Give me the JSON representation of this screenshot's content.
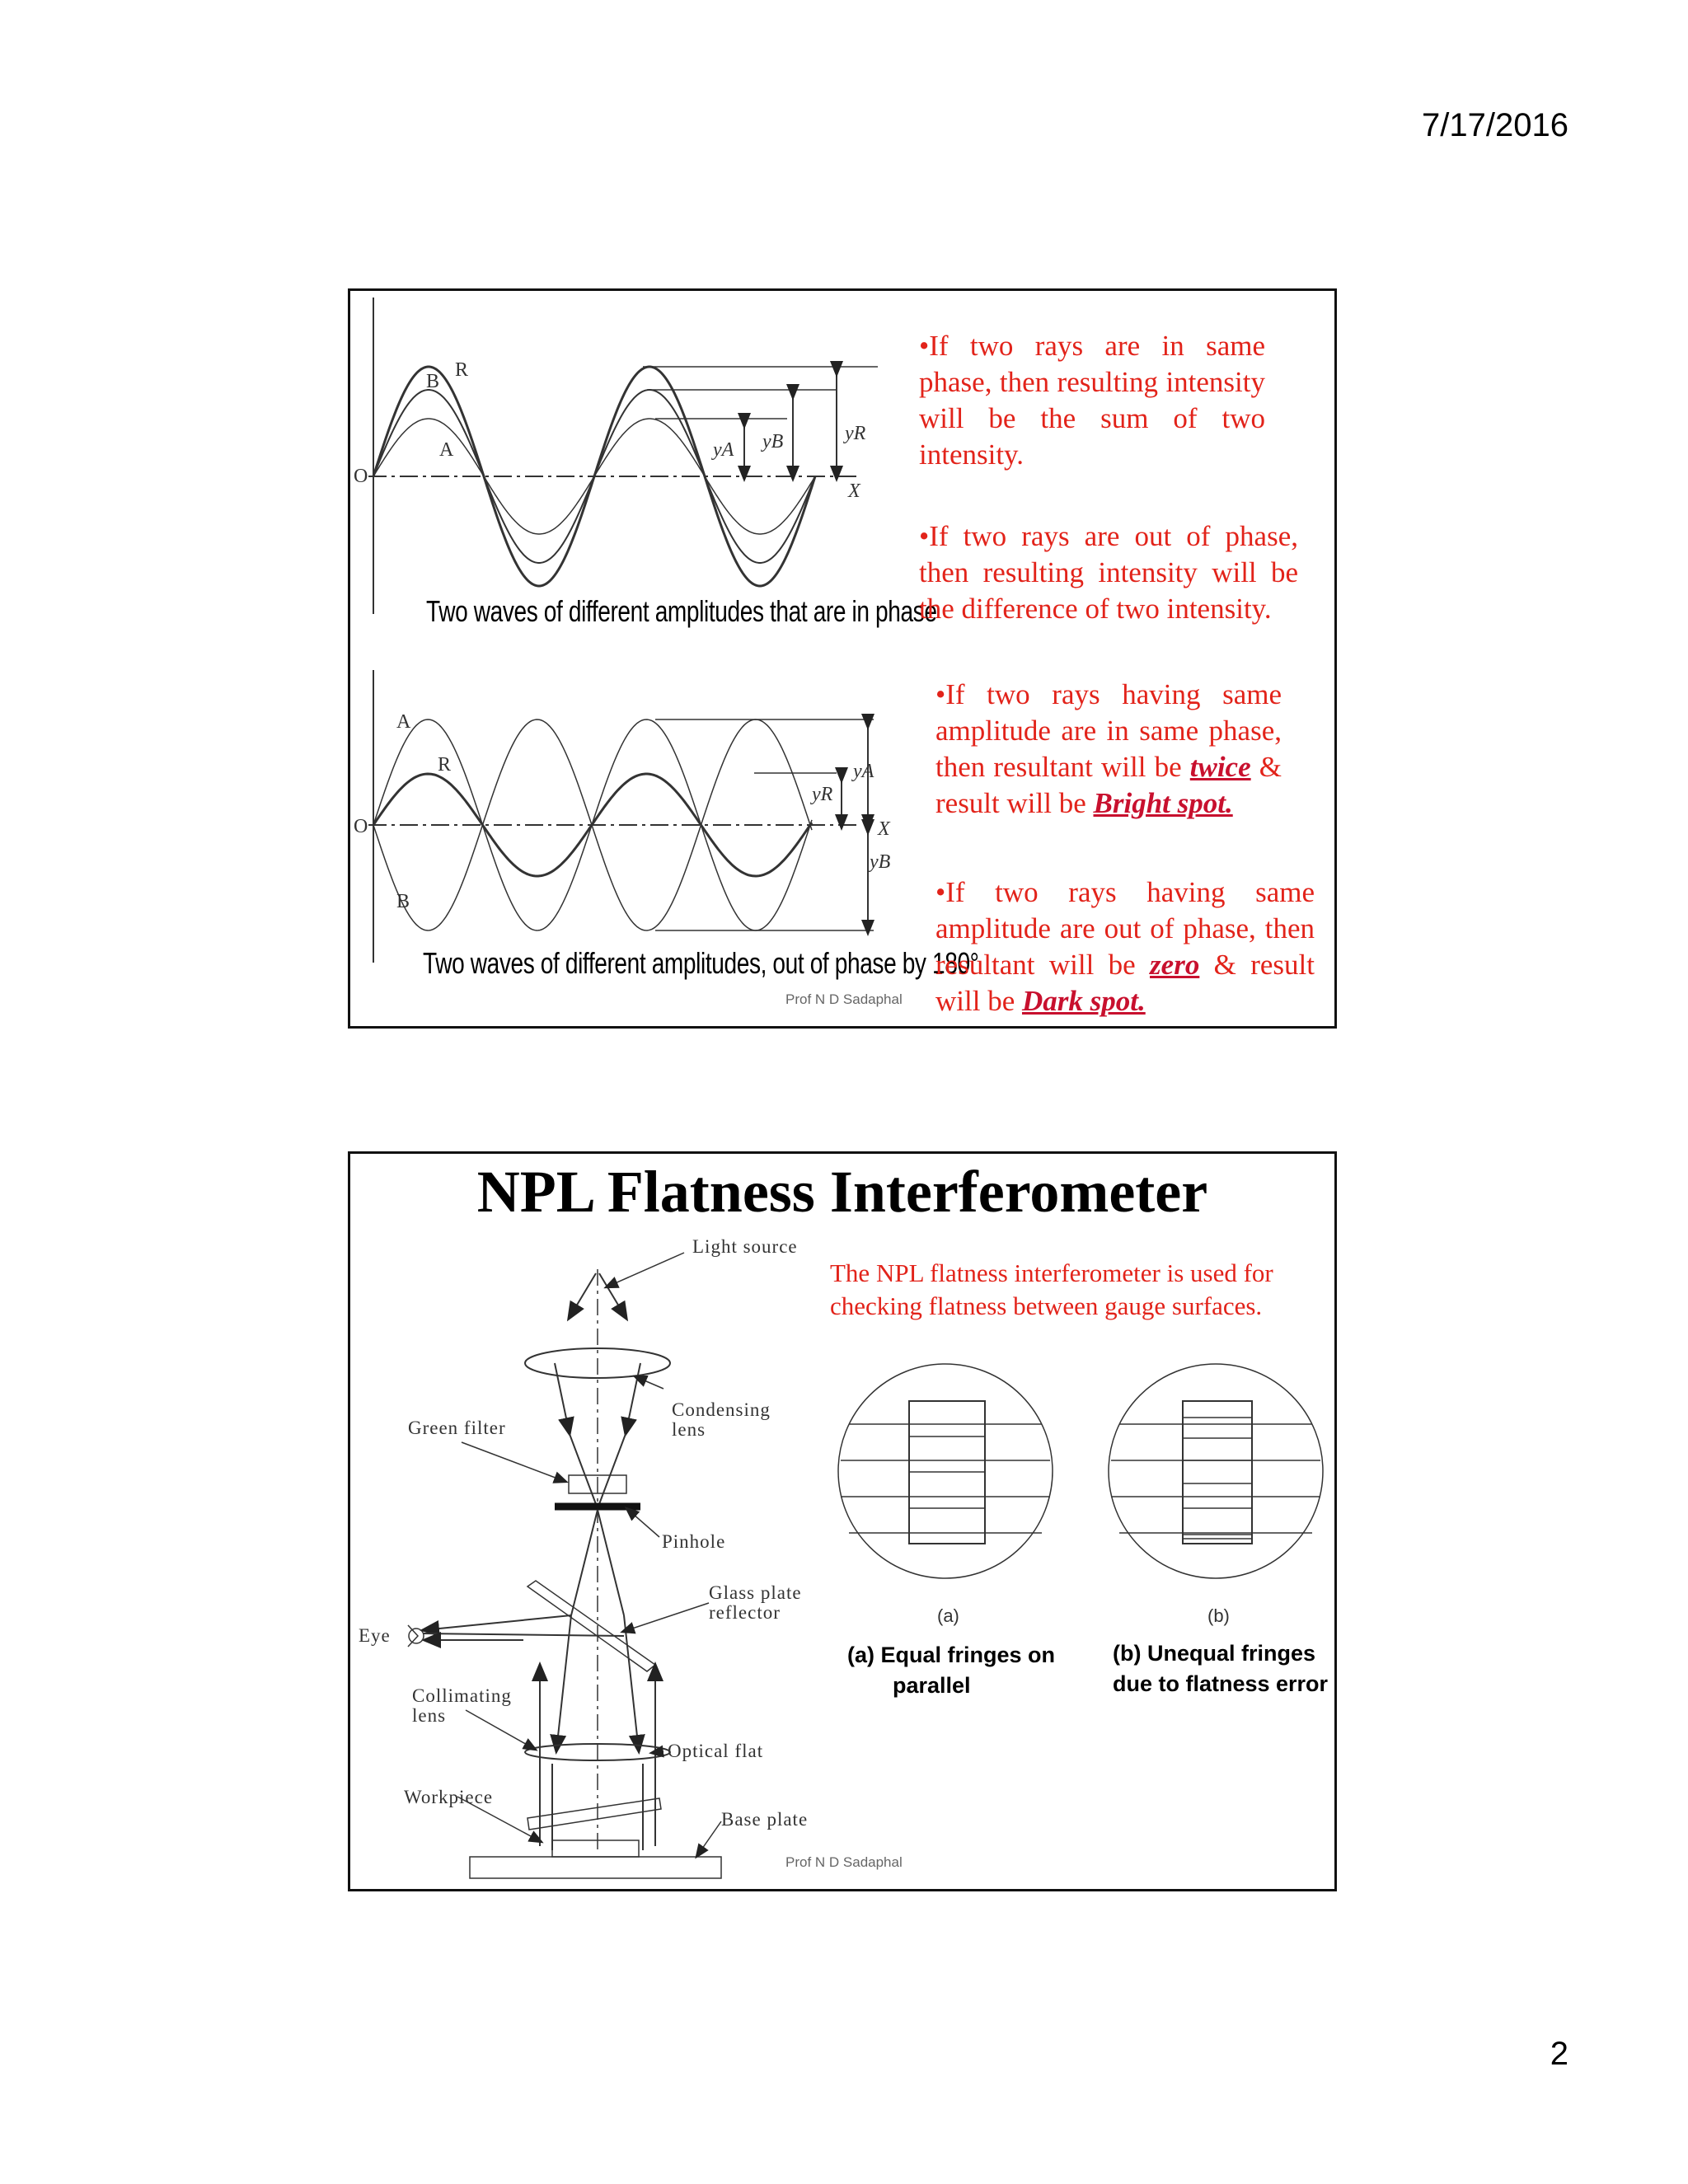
{
  "header": {
    "date": "7/17/2016"
  },
  "footer": {
    "page_number": "2"
  },
  "slide1": {
    "figure1_caption": "Two waves of different amplitudes that are in phase",
    "figure2_caption": "Two waves of different amplitudes, out of phase by 180°",
    "wave_labels": {
      "origin": "O",
      "axis": "X",
      "R": "R",
      "A": "A",
      "B": "B",
      "yA": "yA",
      "yB": "yB",
      "yR": "yR"
    },
    "credit": "Prof N D Sadaphal",
    "bullet1": "•If two rays are in same phase, then resulting intensity will be the sum of two intensity.",
    "bullet2": "•If two rays are out of phase, then resulting intensity will be the difference of two intensity.",
    "bullet3_pre": "•If two rays having same amplitude are in same phase, then resultant will be ",
    "bullet3_hl1": "twice",
    "bullet3_mid": " & result will be ",
    "bullet3_hl2": "Bright spot.",
    "bullet4_pre": "•If two rays having same amplitude are out of phase, then resultant will be ",
    "bullet4_hl1": "zero",
    "bullet4_mid": " & result will be ",
    "bullet4_hl2": "Dark spot."
  },
  "slide2": {
    "title": "NPL Flatness Interferometer",
    "description": "The NPL flatness interferometer is used for checking flatness between gauge surfaces.",
    "labels": {
      "light_source": "Light source",
      "condensing_lens_1": "Condensing",
      "condensing_lens_2": "lens",
      "green_filter": "Green filter",
      "pinhole": "Pinhole",
      "glass_plate_1": "Glass plate",
      "glass_plate_2": "reflector",
      "eye": "Eye",
      "collimating_1": "Collimating",
      "collimating_2": "lens",
      "optical_flat": "Optical flat",
      "workpiece": "Workpiece",
      "base_plate": "Base plate"
    },
    "fig_a_letter": "(a)",
    "fig_b_letter": "(b)",
    "caption_a_1": "(a)  Equal fringes on",
    "caption_a_2": "parallel",
    "caption_b_1": "(b) Unequal fringes",
    "caption_b_2": "due to flatness error",
    "credit": "Prof N D Sadaphal"
  }
}
